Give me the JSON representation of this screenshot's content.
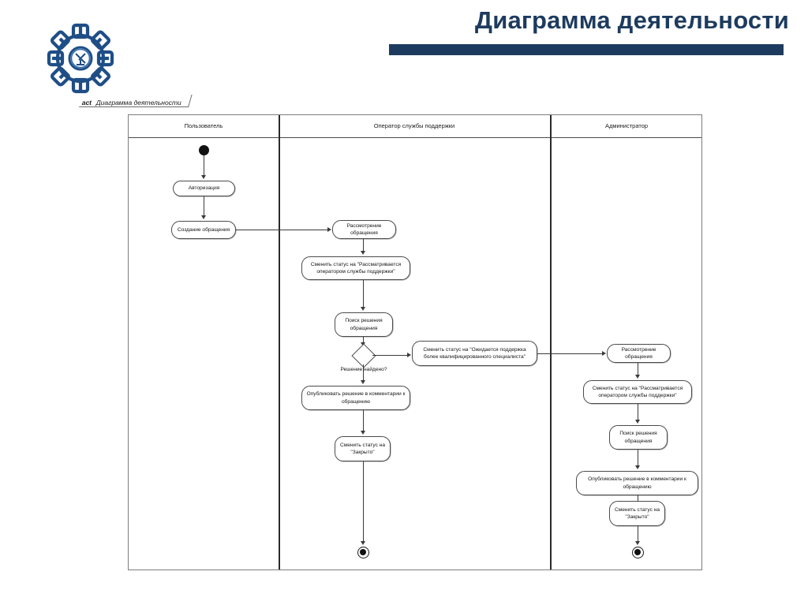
{
  "slide": {
    "title": "Диаграмма деятельности",
    "accent_color": "#1d3b5e",
    "logo_name": "gear-emblem-logo"
  },
  "diagram": {
    "frame_keyword": "act",
    "frame_label": "Диаграмма деятельности",
    "lanes": [
      {
        "id": "user",
        "title": "Пользователь"
      },
      {
        "id": "operator",
        "title": "Оператор службы поддержки"
      },
      {
        "id": "admin",
        "title": "Администратор"
      }
    ],
    "nodes": {
      "initial": "",
      "authorization": "Авторизация",
      "create_request": "Создание обращения",
      "op_review": "Рассмотрение обращения",
      "op_status_review": "Сменить статус на \"Рассматривается оператором службы поддержки\"",
      "op_search_solution": "Поиск решения обращения",
      "decision_label": "Решение найдено?",
      "escalate_status": "Сменить статус на \"Ожидается поддержка более квалифицированного специалиста\"",
      "op_publish": "Опубликовать решение в комментарии к обращению",
      "op_status_closed": "Сменить статус на \"Закрыто\"",
      "adm_review": "Рассмотрение обращения",
      "adm_status_review": "Сменить статус на \"Рассматривается оператором службы поддержки\"",
      "adm_search_solution": "Поиск решения обращения",
      "adm_publish": "Опубликовать решение в комментарии к обращению",
      "adm_status_closed": "Сменить статус на \"Закрыто\"",
      "final_operator": "",
      "final_admin": ""
    }
  }
}
